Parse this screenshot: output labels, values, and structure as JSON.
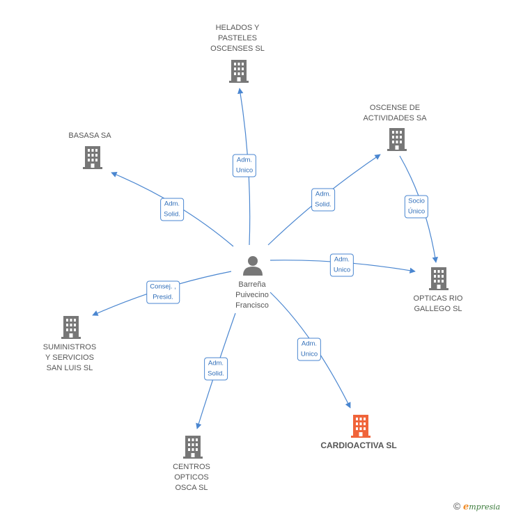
{
  "colors": {
    "building": "#777777",
    "highlight": "#f0643a",
    "edge": "#4a86d0",
    "label_text": "#2f6db8"
  },
  "center": {
    "lines": [
      "Barreña",
      "Puivecino",
      "Francisco"
    ],
    "icon": "person-icon"
  },
  "nodes": [
    {
      "id": "helados",
      "lines": [
        "HELADOS Y",
        "PASTELES",
        "OSCENSES SL"
      ],
      "highlight": false
    },
    {
      "id": "basasa",
      "lines": [
        "BASASA SA"
      ],
      "highlight": false
    },
    {
      "id": "oscense",
      "lines": [
        "OSCENSE DE",
        "ACTIVIDADES SA"
      ],
      "highlight": false
    },
    {
      "id": "opticas_rio",
      "lines": [
        "OPTICAS RIO",
        "GALLEGO  SL"
      ],
      "highlight": false
    },
    {
      "id": "suministros",
      "lines": [
        "SUMINISTROS",
        "Y SERVICIOS",
        "SAN LUIS SL"
      ],
      "highlight": false
    },
    {
      "id": "cardioactiva",
      "lines": [
        "CARDIOACTIVA SL"
      ],
      "highlight": true
    },
    {
      "id": "centros",
      "lines": [
        "CENTROS",
        "OPTICOS",
        "OSCA  SL"
      ],
      "highlight": false
    }
  ],
  "edges": [
    {
      "id": "e_helados",
      "lines": [
        "Adm.",
        "Unico"
      ]
    },
    {
      "id": "e_basasa",
      "lines": [
        "Adm.",
        "Solid."
      ]
    },
    {
      "id": "e_oscense",
      "lines": [
        "Adm.",
        "Solid."
      ]
    },
    {
      "id": "e_opticas",
      "lines": [
        "Adm.",
        "Unico"
      ]
    },
    {
      "id": "e_socio",
      "lines": [
        "Socio",
        "Único"
      ]
    },
    {
      "id": "e_suministros",
      "lines": [
        "Consej. ,",
        "Presid."
      ]
    },
    {
      "id": "e_cardio",
      "lines": [
        "Adm.",
        "Unico"
      ]
    },
    {
      "id": "e_centros",
      "lines": [
        "Adm.",
        "Solid."
      ]
    }
  ],
  "footer": {
    "copyright": "©",
    "brand_initial": "e",
    "brand_rest": "mpresia"
  }
}
